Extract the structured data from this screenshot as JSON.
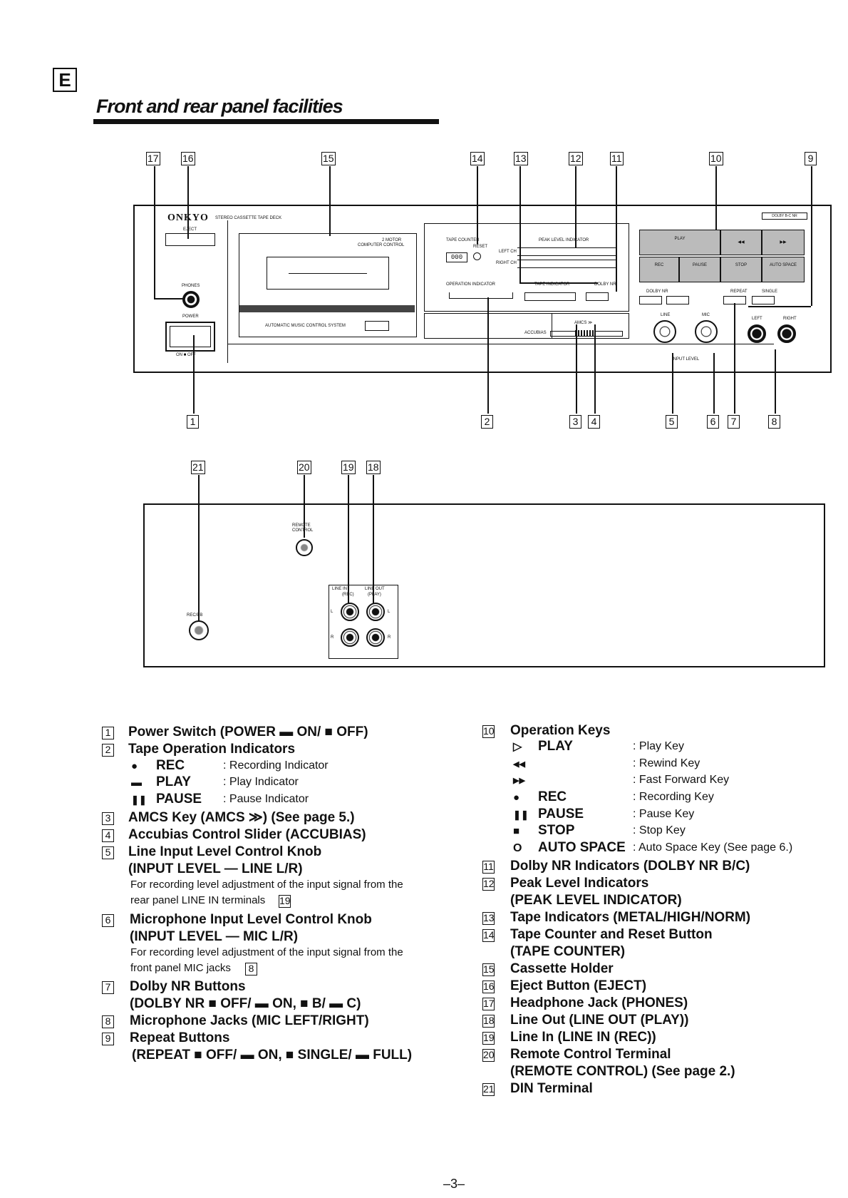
{
  "section": "E",
  "title": "Front and rear panel facilities",
  "front_callouts_top": [
    "17",
    "16",
    "15",
    "14",
    "13",
    "12",
    "11",
    "10",
    "9"
  ],
  "front_callouts_bottom": [
    "1",
    "2",
    "3",
    "4",
    "5",
    "6",
    "7",
    "8"
  ],
  "rear_callouts": [
    "21",
    "20",
    "19",
    "18"
  ],
  "front_panel": {
    "brand": "ONKYO",
    "model_text": "STEREO CASSETTE TAPE DECK",
    "eject": "EJECT",
    "phones": "PHONES",
    "power": "POWER",
    "power_state": "ON ■ OFF",
    "motor": "2 MOTOR",
    "computer_control": "COMPUTER CONTROL",
    "amcs_text": "AUTOMATIC MUSIC CONTROL SYSTEM",
    "tape_counter": "TAPE COUNTER",
    "reset": "RESET",
    "counter_value": "000",
    "peak_level": "PEAK LEVEL INDICATOR",
    "left": "LEFT CH",
    "right": "RIGHT CH",
    "operation_indicator": "OPERATION INDICATOR",
    "tape_indicator": "TAPE INDICATOR",
    "dolby": "DOLBY NR",
    "amcs_key": "AMCS ≫",
    "accubias": "ACCUBIAS",
    "dolby_badge": "DOLBY B-C NR",
    "keys": [
      "PLAY",
      "◀◀",
      "▶▶",
      "REC",
      "PAUSE",
      "STOP",
      "AUTO SPACE"
    ],
    "repeat": "REPEAT",
    "single": "SINGLE",
    "line": "LINE",
    "mic": "MIC",
    "input_level": "INPUT LEVEL",
    "mic_left": "LEFT",
    "mic_right": "RIGHT"
  },
  "rear_panel": {
    "remote_control": "REMOTE CONTROL",
    "rec_pb": "REC/PB",
    "line_in": "LINE IN",
    "line_out": "LINE OUT",
    "rec": "(REC)",
    "play": "(PLAY)",
    "l": "L",
    "r": "R"
  },
  "legend_left": [
    {
      "num": "1",
      "text": "Power Switch (POWER ▬ ON/ ■ OFF)"
    },
    {
      "num": "2",
      "text": "Tape Operation Indicators"
    },
    {
      "num": "3",
      "text": "AMCS Key (AMCS ≫) (See page 5.)"
    },
    {
      "num": "4",
      "text": "Accubias Control Slider (ACCUBIAS)"
    },
    {
      "num": "5",
      "text": "Line Input Level Control Knob",
      "line2": "(INPUT LEVEL — LINE L/R)",
      "note1": "For recording level adjustment of the input signal from the",
      "note2": "rear panel LINE IN terminals",
      "ref": "19"
    },
    {
      "num": "6",
      "text": "Microphone Input Level Control Knob",
      "line2": "(INPUT LEVEL — MIC L/R)",
      "note1": "For recording level adjustment of the input signal from the",
      "note2": "front panel MIC jacks",
      "ref": "8"
    },
    {
      "num": "7",
      "text": "Dolby NR Buttons",
      "line2": "(DOLBY NR ■ OFF/ ▬ ON, ■ B/ ▬ C)"
    },
    {
      "num": "8",
      "text": "Microphone Jacks (MIC LEFT/RIGHT)"
    },
    {
      "num": "9",
      "text": "Repeat Buttons",
      "line2": "(REPEAT ■ OFF/ ▬ ON, ■ SINGLE/ ▬ FULL)"
    }
  ],
  "tape_indicators": [
    {
      "symbol": "●",
      "name": "REC",
      "desc": ": Recording Indicator"
    },
    {
      "symbol": "▬",
      "name": "PLAY",
      "desc": ": Play Indicator"
    },
    {
      "symbol": "❚❚",
      "name": "PAUSE",
      "desc": ": Pause Indicator"
    }
  ],
  "legend_right_keys_title": {
    "num": "10",
    "text": "Operation Keys"
  },
  "operation_keys": [
    {
      "symbol": "▷",
      "name": "PLAY",
      "desc": ": Play Key"
    },
    {
      "symbol": "◀◀",
      "name": "",
      "desc": ": Rewind Key"
    },
    {
      "symbol": "▶▶",
      "name": "",
      "desc": ": Fast Forward Key"
    },
    {
      "symbol": "●",
      "name": "REC",
      "desc": ": Recording Key"
    },
    {
      "symbol": "❚❚",
      "name": "PAUSE",
      "desc": ": Pause Key"
    },
    {
      "symbol": "■",
      "name": "STOP",
      "desc": ": Stop Key"
    },
    {
      "symbol": "O",
      "name": "AUTO SPACE",
      "desc": ": Auto Space Key (See page 6.)"
    }
  ],
  "legend_right": [
    {
      "num": "11",
      "text": "Dolby NR Indicators (DOLBY NR B/C)"
    },
    {
      "num": "12",
      "text": "Peak Level Indicators",
      "line2": "(PEAK LEVEL INDICATOR)"
    },
    {
      "num": "13",
      "text": "Tape Indicators (METAL/HIGH/NORM)"
    },
    {
      "num": "14",
      "text": "Tape Counter and Reset Button",
      "line2": "(TAPE COUNTER)"
    },
    {
      "num": "15",
      "text": "Cassette Holder"
    },
    {
      "num": "16",
      "text": "Eject Button (EJECT)"
    },
    {
      "num": "17",
      "text": "Headphone Jack (PHONES)"
    },
    {
      "num": "18",
      "text": "Line Out (LINE OUT (PLAY))"
    },
    {
      "num": "19",
      "text": "Line In (LINE IN (REC))"
    },
    {
      "num": "20",
      "text": "Remote Control Terminal",
      "line2": "(REMOTE CONTROL) (See page 2.)"
    },
    {
      "num": "21",
      "text": "DIN Terminal"
    }
  ],
  "page_number": "–3–"
}
